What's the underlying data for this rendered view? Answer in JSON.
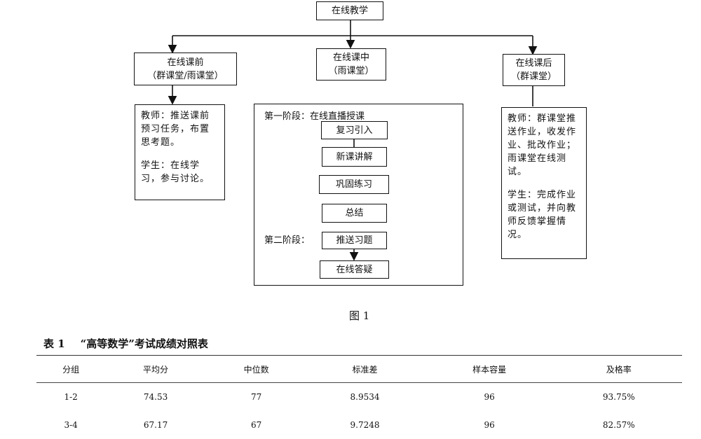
{
  "flowchart": {
    "root": "在线教学",
    "before": {
      "title": "在线课前",
      "sub": "（群课堂/雨课堂）"
    },
    "during": {
      "title": "在线课中",
      "sub": "（雨课堂）"
    },
    "after": {
      "title": "在线课后",
      "sub": "（群课堂）"
    },
    "before_note": [
      "教师：推送课前预习任务，布置思考题。",
      "学生：在线学习，参与讨论。"
    ],
    "after_note": [
      "教师：群课堂推送作业，收发作业、批改作业；雨课堂在线测试。",
      "学生：完成作业或测试，并向教师反馈掌握情况。"
    ],
    "stage1_label": "第一阶段：在线直播授课",
    "stage1_steps": [
      "复习引入",
      "新课讲解",
      "巩固练习",
      "总结"
    ],
    "stage2_label": "第二阶段：",
    "stage2_steps": [
      "推送习题",
      "在线答疑"
    ]
  },
  "figure_caption": "图 1",
  "table": {
    "number": "表 1",
    "title": "“高等数学”考试成绩对照表",
    "headers": [
      "分组",
      "平均分",
      "中位数",
      "标准差",
      "样本容量",
      "及格率"
    ],
    "rows": [
      [
        "1-2",
        "74.53",
        "77",
        "8.9534",
        "96",
        "93.75%"
      ],
      [
        "3-4",
        "67.17",
        "67",
        "9.7248",
        "96",
        "82.57%"
      ]
    ]
  }
}
